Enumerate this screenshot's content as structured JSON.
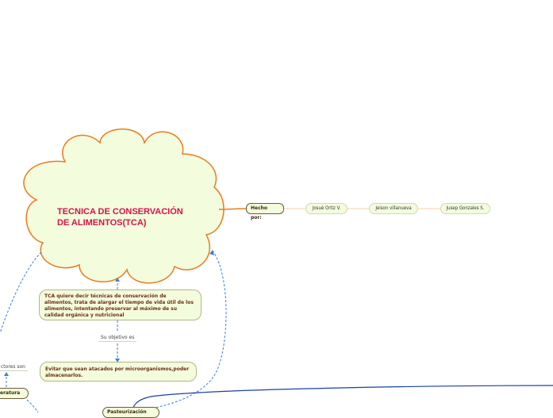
{
  "colors": {
    "cloud_fill": "#f3fcdc",
    "cloud_stroke": "#ec7b1e",
    "title": "#d2144a",
    "connector_dashed": "#3d7fd9",
    "connector_solid": "#1a3fa8",
    "node_text": "#6e2e14"
  },
  "central": {
    "title_line1": "TECNICA DE CONSERVACIÓN",
    "title_line2": "DE ALIMENTOS(TCA)"
  },
  "authors": {
    "label": "Hecho por:",
    "names": [
      "Josué Ortiz V.",
      "Jeison villanueva",
      "Jusep Gonzales S."
    ]
  },
  "definition": {
    "text": "TCA quiere decir técnicas de conservación de alimentos, trata de alargar el tiempo de vida útil de los alimentos, intentando preservar al máximo de su calidad orgánica y nutricional"
  },
  "objective": {
    "label": "Su objetivo es",
    "text": "Evitar que sean atacados por microorganismos,poder almacenarlos."
  },
  "partial_nodes": {
    "factors_label": "ctores son",
    "temperature_label": "eratura",
    "bottom_node_label": "Pasteurización"
  }
}
